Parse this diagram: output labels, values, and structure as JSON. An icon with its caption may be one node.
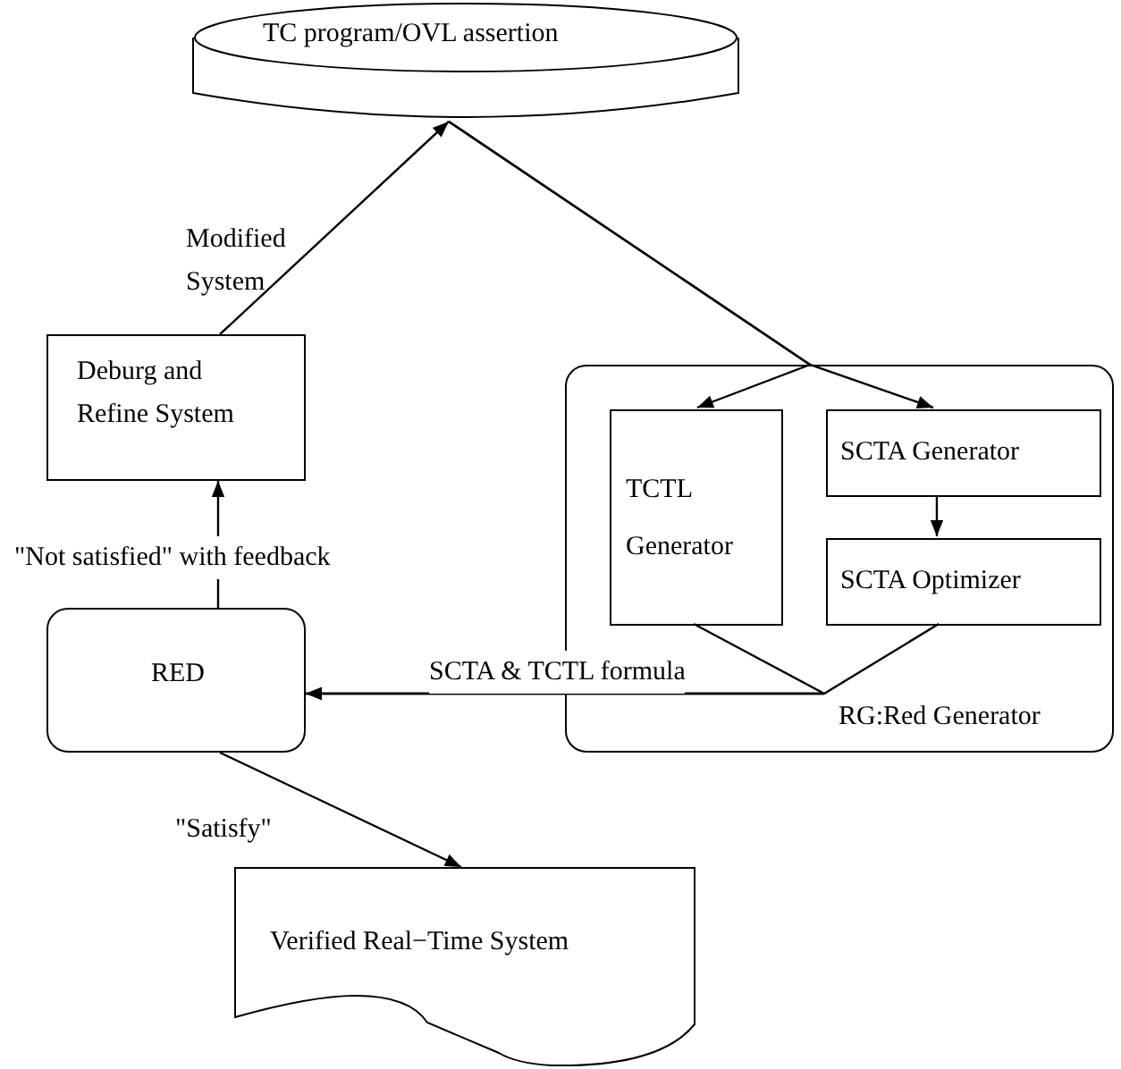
{
  "diagram": {
    "nodes": [
      {
        "text": [
          "TC program/OVL assertion"
        ]
      },
      {
        "text": [
          "Deburg and Refine System"
        ]
      },
      {
        "text": [
          "RG:Red Generator"
        ]
      },
      {
        "text": [
          "TCTL Generator"
        ],
        "in": 2
      },
      {
        "text": [
          "SCTA Generator"
        ],
        "in": 2
      },
      {
        "text": [
          "SCTA Optimizer"
        ],
        "in": 2
      },
      {
        "text": [
          "RED"
        ]
      },
      {
        "text": [
          "Verified Real−Time System"
        ]
      }
    ],
    "edges": [
      {
        "from": 1,
        "to": 0,
        "arrow": "to",
        "label": "Modified System"
      },
      {
        "from": 0,
        "to": 3,
        "arrow": "to"
      },
      {
        "from": 0,
        "to": 4,
        "arrow": "to"
      },
      {
        "from": 4,
        "to": 5,
        "arrow": "to"
      },
      {
        "from": 3,
        "to": 6,
        "arrow": "to",
        "label": "SCTA & TCTL formula"
      },
      {
        "from": 5,
        "to": 6,
        "arrow": "to"
      },
      {
        "from": 6,
        "to": 1,
        "arrow": "to",
        "label": "\"Not satisfied\" with feedback"
      },
      {
        "from": 6,
        "to": 7,
        "arrow": "to",
        "label": "\"Satisfy\""
      }
    ]
  }
}
